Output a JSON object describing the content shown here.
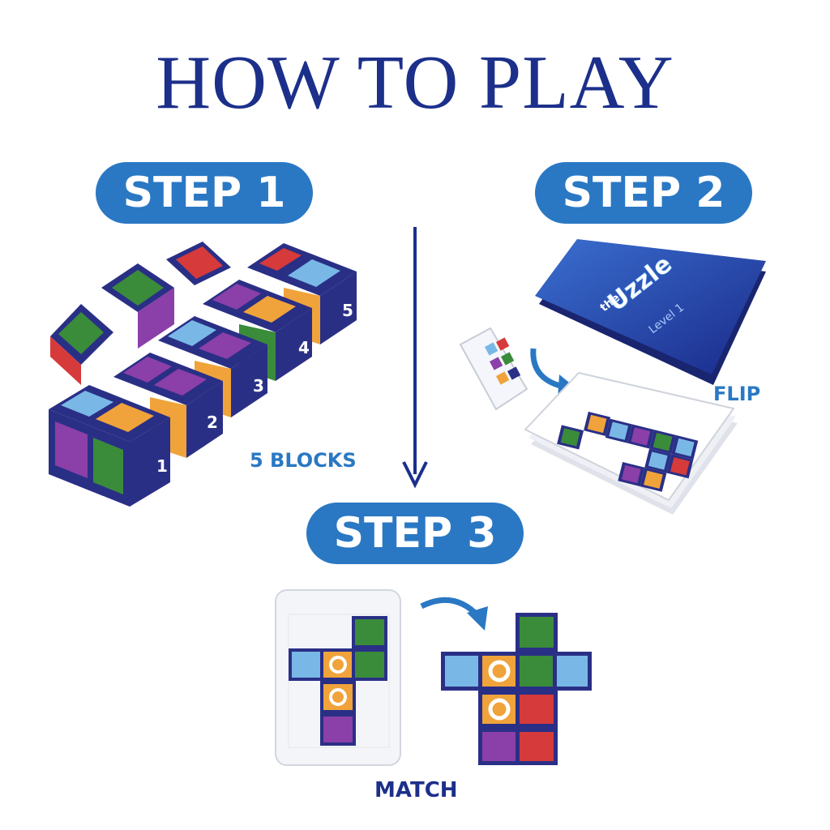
{
  "title": "HOW TO PLAY",
  "steps": {
    "step1": "STEP 1",
    "step2": "STEP 2",
    "step3": "STEP 3"
  },
  "captions": {
    "blocks": "5 BLOCKS",
    "flip": "FLIP",
    "match": "MATCH"
  },
  "block_numbers": [
    "1",
    "2",
    "3",
    "4",
    "5"
  ],
  "card_box": {
    "brand": "Uzzle",
    "brand_prefix": "the",
    "level": "Level 1"
  },
  "colors": {
    "title": "#1c2f8a",
    "pill": "#2a78c4",
    "caption": "#2a78c4",
    "block_navy": "#2a2f86",
    "tile_red": "#d63a3a",
    "tile_purple": "#8b3fa8",
    "tile_green": "#3a8c3a",
    "tile_orange": "#f0a33a",
    "tile_lightblue": "#79b8e6"
  }
}
